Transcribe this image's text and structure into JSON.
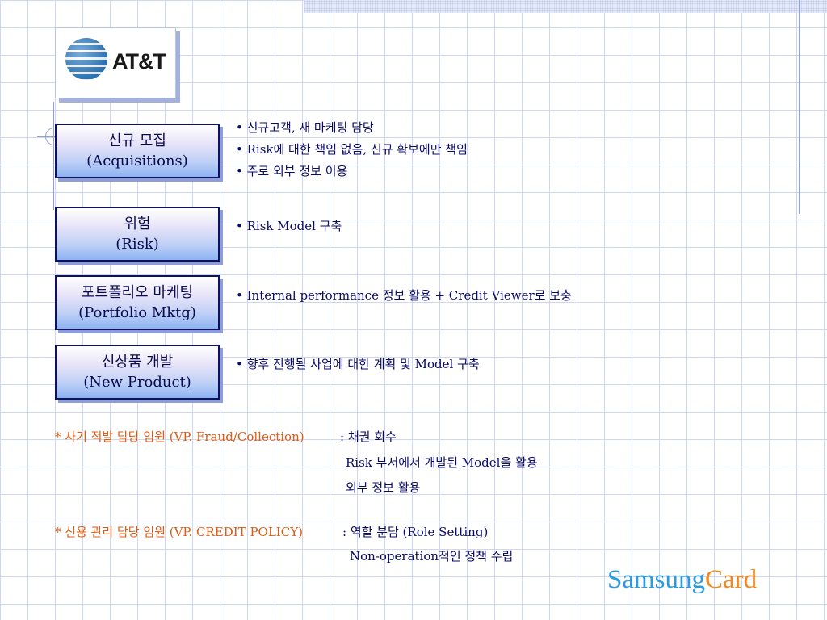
{
  "logo": {
    "text": "AT&T",
    "icon": "att-globe-icon"
  },
  "categories": [
    {
      "title": "신규 모집",
      "subtitle": "(Acquisitions)",
      "bullets": [
        "• 신규고객, 새 마케팅 담당",
        "• Risk에 대한 책임 없음, 신규 확보에만 책임",
        "• 주로 외부 정보 이용"
      ]
    },
    {
      "title": "위험",
      "subtitle": "(Risk)",
      "bullets": [
        "• Risk Model 구축"
      ]
    },
    {
      "title": "포트폴리오 마케팅",
      "subtitle": "(Portfolio Mktg)",
      "bullets": [
        "• Internal performance 정보 활용 +  Credit Viewer로 보충"
      ]
    },
    {
      "title": "신상품 개발",
      "subtitle": "(New Product)",
      "bullets": [
        "• 향후 진행될 사업에 대한 계획 및 Model 구축"
      ]
    }
  ],
  "notes": [
    {
      "label": "* 사기 적발 담당 임원 (VP. Fraud/Collection)",
      "lines": [
        " : 채권 회수",
        "Risk 부서에서 개발된 Model을 활용",
        "외부 정보 활용"
      ]
    },
    {
      "label": "* 신용 관리 담당 임원 (VP. CREDIT POLICY)",
      "lines": [
        " : 역할 분담 (Role Setting)",
        "Non-operation적인 정책 수립"
      ]
    }
  ],
  "brand": {
    "part1": "Samsung",
    "part2": "Card",
    "color1": "#2a9be0",
    "color2": "#f08a1c"
  },
  "colors": {
    "navy": "#000080",
    "orange": "#e05a10",
    "grid": "#cfd7ef"
  }
}
